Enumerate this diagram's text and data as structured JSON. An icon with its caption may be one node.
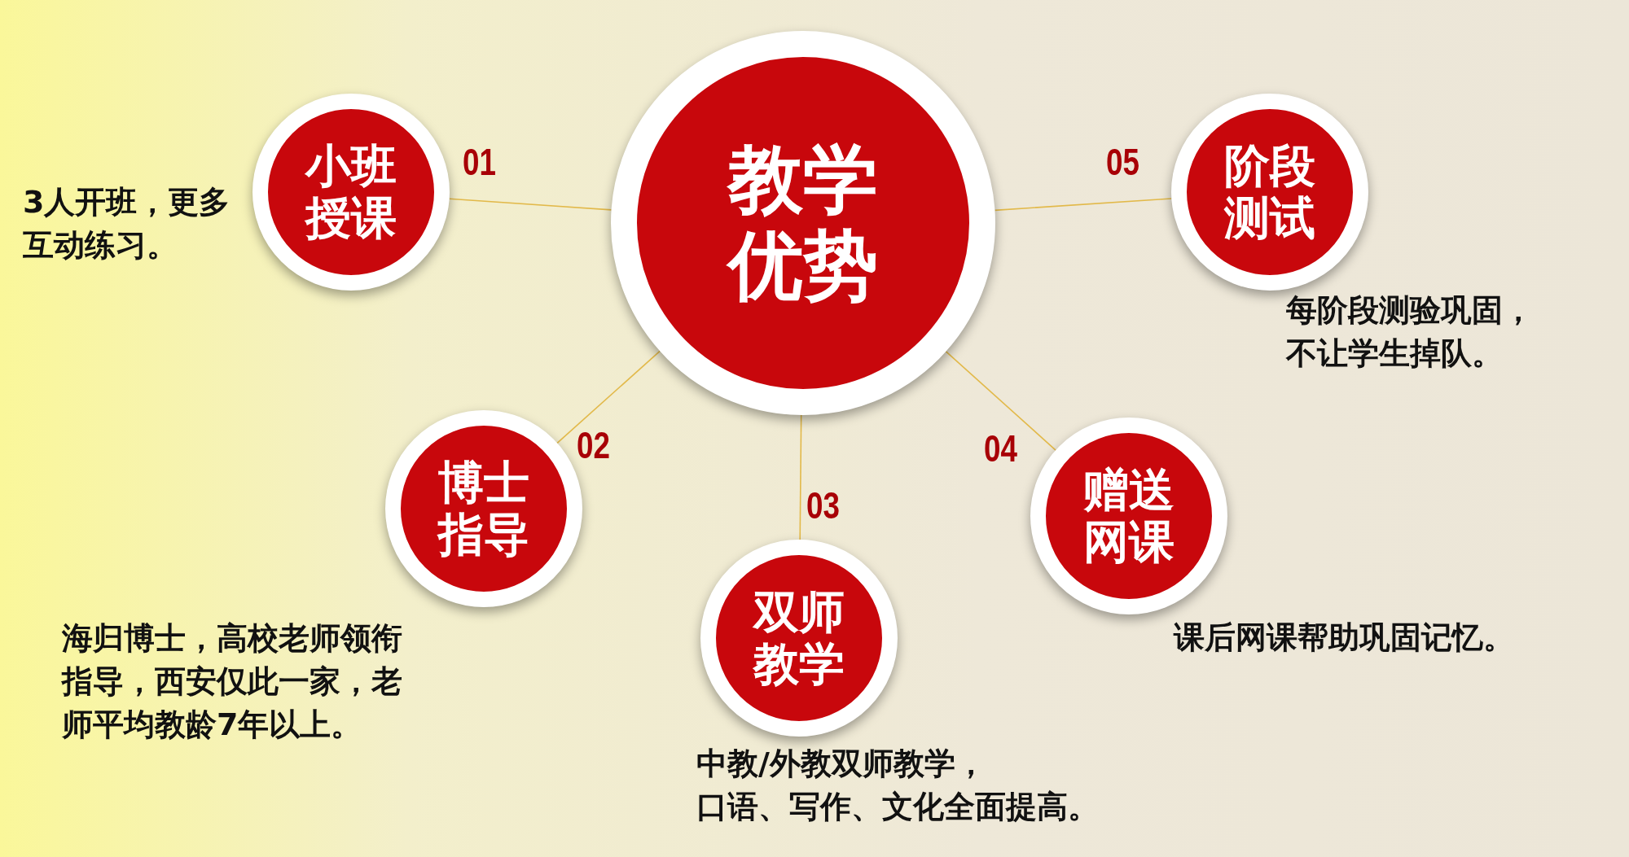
{
  "diagram": {
    "nodes": [
      {
        "text": [
          "教学优势"
        ]
      },
      {
        "text": [
          "小班授课"
        ],
        "beside": [
          "**3人**开班，更多互动练习。"
        ]
      },
      {
        "text": [
          "博士指导"
        ],
        "beside": [
          "海归博士，高校老师领衔指导，西安仅此一家，老师平均教龄**7年**以上。"
        ]
      },
      {
        "text": [
          "双师教学"
        ],
        "beside": [
          "**中教/外教**双师教学，",
          "口语、写作、文化全面提高。"
        ]
      },
      {
        "text": [
          "赠送网课"
        ],
        "beside": [
          "课后**网课**帮助巩固记忆。"
        ]
      },
      {
        "text": [
          "阶段测试"
        ],
        "beside": [
          "每阶段测验巩固，不让学生掉队。"
        ]
      }
    ],
    "edges": [
      {
        "from": 0,
        "to": 1,
        "arrow": "none"
      },
      {
        "from": 0,
        "to": 2,
        "arrow": "none"
      },
      {
        "from": 0,
        "to": 3,
        "arrow": "none"
      },
      {
        "from": 0,
        "to": 4,
        "arrow": "none"
      },
      {
        "from": 0,
        "to": 5,
        "arrow": "none"
      }
    ],
    "labels": [
      "01",
      "05",
      "02",
      "03",
      "04"
    ]
  }
}
